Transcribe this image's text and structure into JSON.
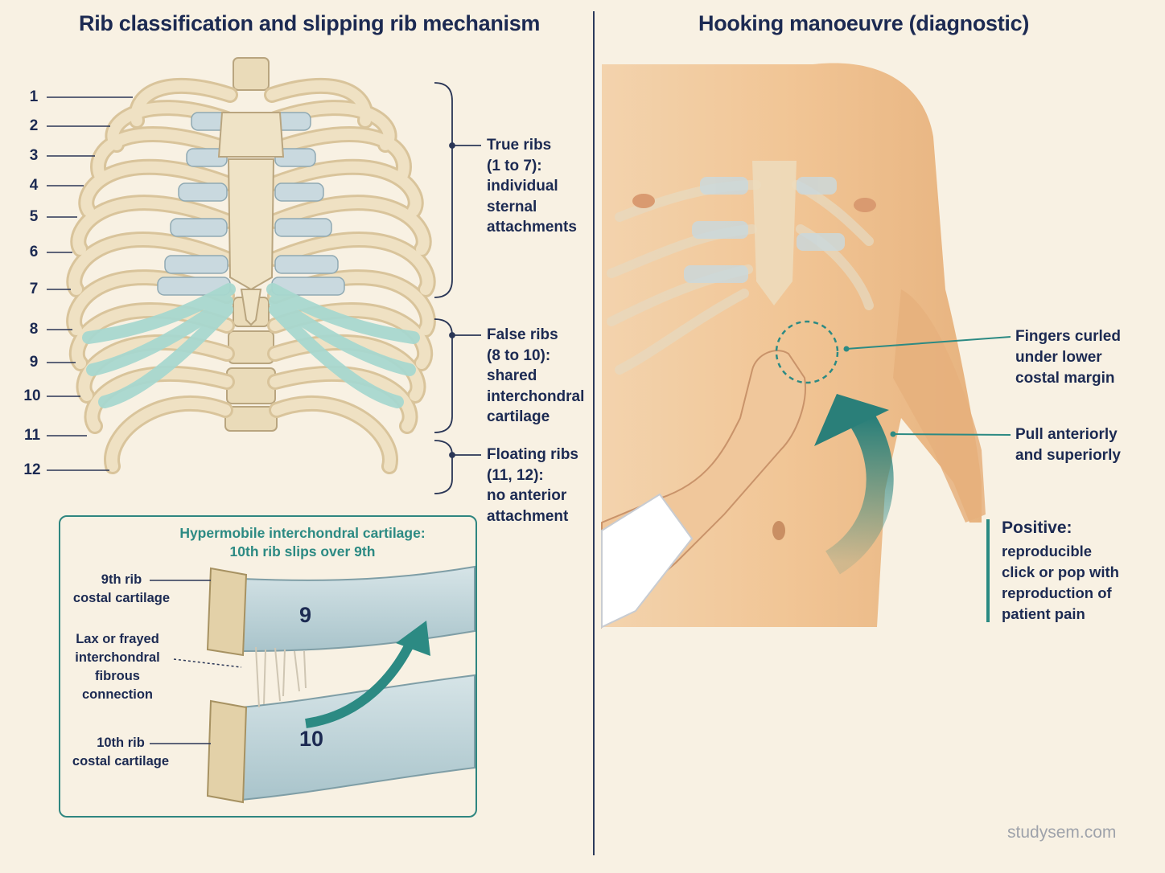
{
  "left": {
    "title": "Rib classification and slipping rib mechanism",
    "rib_numbers": [
      "1",
      "2",
      "3",
      "4",
      "5",
      "6",
      "7",
      "8",
      "9",
      "10",
      "11",
      "12"
    ],
    "groups": [
      {
        "lines": [
          "True ribs",
          "(1 to 7):",
          "individual",
          "sternal",
          "attachments"
        ]
      },
      {
        "lines": [
          "False ribs",
          "(8 to 10):",
          "shared",
          "interchondral",
          "cartilage"
        ]
      },
      {
        "lines": [
          "Floating ribs",
          "(11, 12):",
          "no anterior",
          "attachment"
        ]
      }
    ],
    "inset": {
      "title_line1": "Hypermobile interchondral cartilage:",
      "title_line2": "10th rib slips over 9th",
      "label_9th": [
        "9th rib",
        "costal cartilage"
      ],
      "label_lax": [
        "Lax or frayed",
        "interchondral",
        "fibrous",
        "connection"
      ],
      "label_10th": [
        "10th rib",
        "costal cartilage"
      ],
      "rib9_number": "9",
      "rib10_number": "10"
    }
  },
  "right": {
    "title": "Hooking manoeuvre (diagnostic)",
    "label_fingers": [
      "Fingers curled",
      "under lower",
      "costal margin"
    ],
    "label_pull": [
      "Pull anteriorly",
      "and superiorly"
    ],
    "positive_heading": "Positive:",
    "positive_lines": [
      "reproducible",
      "click or pop with",
      "reproduction of",
      "patient pain"
    ]
  },
  "watermark": "studysem.com",
  "colors": {
    "navy": "#1c2a52",
    "teal": "#2c8a83",
    "bone": "#efe1c3",
    "cartilage_blue": "#c9d9df",
    "cartilage_teal": "#a8d8cf",
    "skin": "#f1c89a",
    "background": "#f8f1e3"
  }
}
